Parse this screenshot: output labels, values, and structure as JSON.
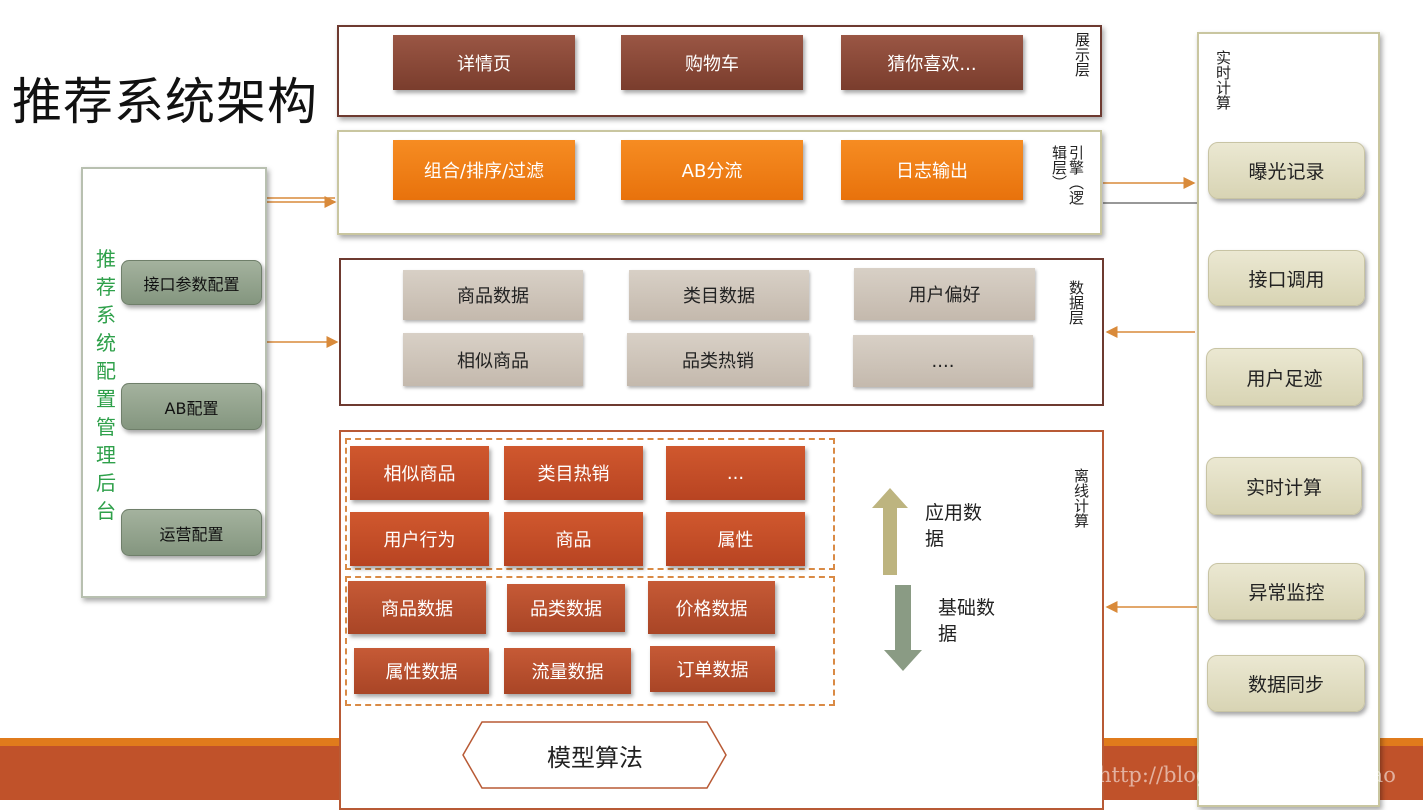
{
  "title": "推荐系统架构",
  "layers": {
    "display": {
      "label": "展示层",
      "items": [
        "详情页",
        "购物车",
        "猜你喜欢..."
      ]
    },
    "engine": {
      "label": "引擎（逻辑层）",
      "items": [
        "组合/排序/过滤",
        "AB分流",
        "日志输出"
      ]
    },
    "data": {
      "label": "数据层",
      "items": [
        "商品数据",
        "类目数据",
        "用户偏好",
        "相似商品",
        "品类热销",
        "...."
      ]
    },
    "offline": {
      "label": "离线计算",
      "app_items": [
        "相似商品",
        "类目热销",
        "...",
        "用户行为",
        "商品",
        "属性"
      ],
      "base_items": [
        "商品数据",
        "品类数据",
        "价格数据",
        "属性数据",
        "流量数据",
        "订单数据"
      ],
      "up_arrow_label": "应用数据",
      "down_arrow_label": "基础数据",
      "model": "模型算法"
    }
  },
  "config_panel": {
    "label": "推荐系统配置管理后台",
    "items": [
      "接口参数配置",
      "AB配置",
      "运营配置"
    ]
  },
  "realtime_panel": {
    "label": "实时计算",
    "items": [
      "曝光记录",
      "接口调用",
      "用户足迹",
      "实时计算",
      "异常监控",
      "数据同步"
    ]
  },
  "watermark": "http://blog.csdn.net/ussthao",
  "colors": {
    "display": "#8a4a38",
    "engine": "#f07f14",
    "data": "#cfc5bb",
    "offline": "#c0502a",
    "config": "#8fa08a",
    "realtime": "#e2dec2",
    "accent_green": "#2ea04a"
  }
}
